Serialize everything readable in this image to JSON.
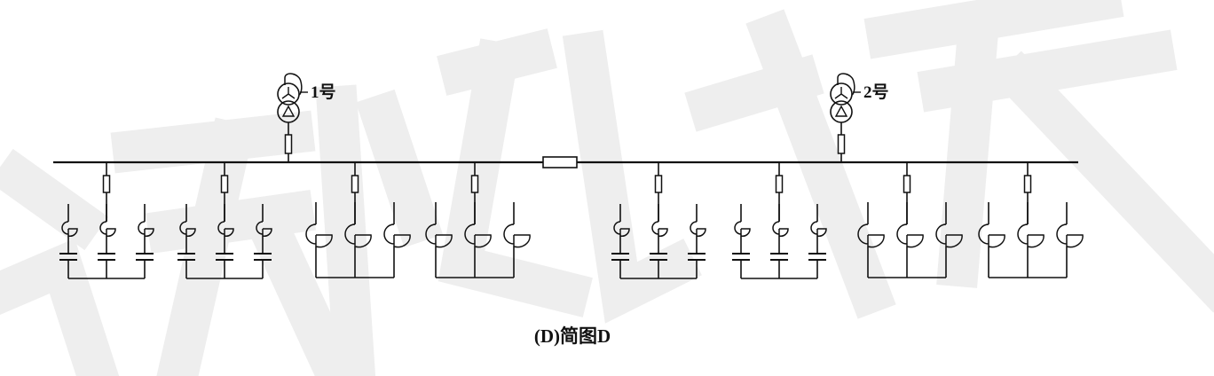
{
  "watermark": "试无忧软",
  "transformers": [
    {
      "label": "1号"
    },
    {
      "label": "2号"
    }
  ],
  "groups": [
    {
      "type": "capacitor"
    },
    {
      "type": "capacitor"
    },
    {
      "type": "load"
    },
    {
      "type": "load"
    },
    {
      "type": "capacitor"
    },
    {
      "type": "capacitor"
    },
    {
      "type": "load"
    },
    {
      "type": "load"
    }
  ],
  "caption": "(D)简图D",
  "colors": {
    "line": "#111111",
    "watermark": "#eeeeee"
  }
}
